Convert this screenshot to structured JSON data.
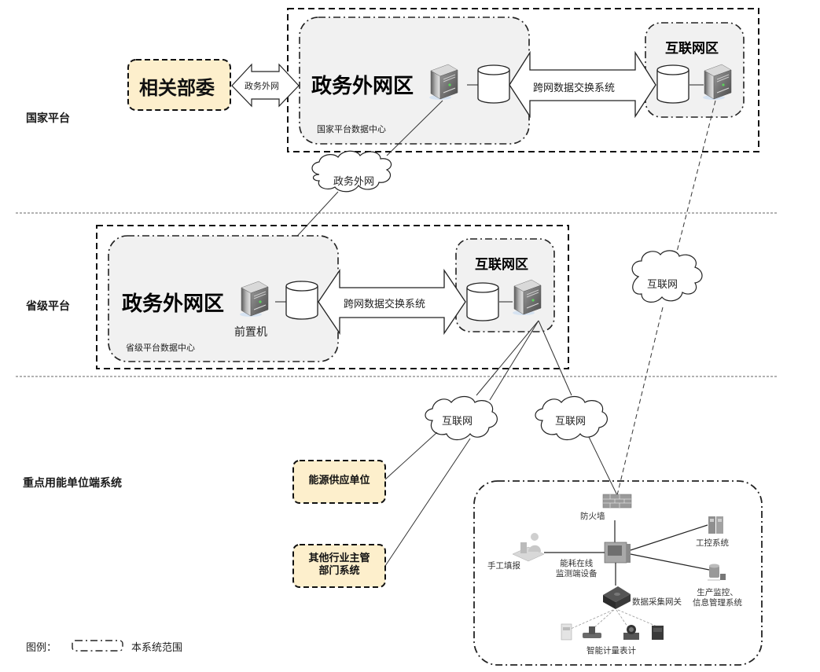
{
  "tiers": {
    "national": "国家平台",
    "provincial": "省级平台",
    "enterprise": "重点用能单位端系统"
  },
  "national": {
    "external_dept": "相关部委",
    "external_link": "政务外网",
    "gov_zone_title": "政务外网区",
    "gov_zone_caption": "国家平台数据中心",
    "exchange_label": "跨网数据交换系统",
    "internet_zone_title": "互联网区",
    "cloud_label": "政务外网"
  },
  "provincial": {
    "gov_zone_title": "政务外网区",
    "gov_zone_caption": "省级平台数据中心",
    "front_server_label": "前置机",
    "exchange_label": "跨网数据交换系统",
    "internet_zone_title": "互联网区",
    "cloud_right_label": "互联网"
  },
  "enterprise": {
    "cloud_left_label": "互联网",
    "cloud_mid_label": "互联网",
    "energy_supply": "能源供应单位",
    "other_dept_line1": "其他行业主管",
    "other_dept_line2": "部门系统",
    "firewall": "防火墙",
    "manual_entry": "手工填报",
    "monitor_device_line1": "能耗在线",
    "monitor_device_line2": "监测端设备",
    "industrial_control": "工控系统",
    "production_line1": "生产监控、",
    "production_line2": "信息管理系统",
    "gateway": "数据采集网关",
    "meters": "智能计量表计"
  },
  "legend": {
    "prefix": "图例：",
    "description": "本系统范围"
  },
  "colors": {
    "zone_fill": "#f1f1f1",
    "external_fill": "#fdefcc",
    "line": "#333333"
  }
}
